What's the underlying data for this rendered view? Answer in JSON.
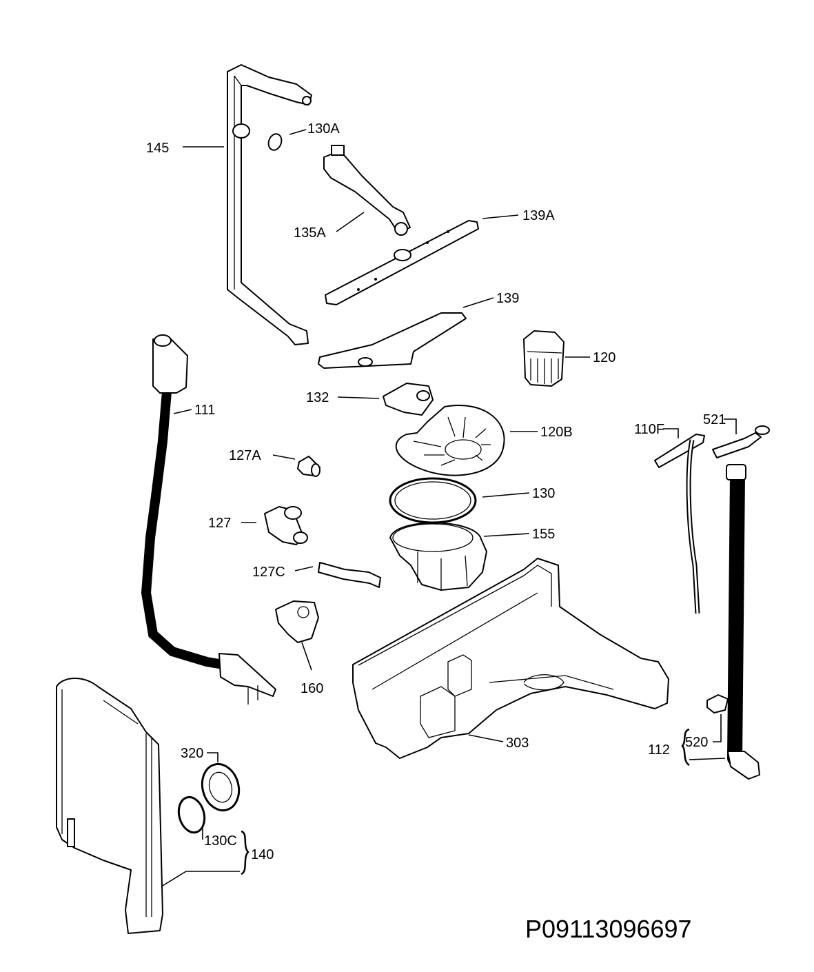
{
  "labels": {
    "l145": "145",
    "l130A": "130A",
    "l135A": "135A",
    "l139A": "139A",
    "l139": "139",
    "l120": "120",
    "l132": "132",
    "l111": "111",
    "l120B": "120B",
    "l127A": "127A",
    "l130": "130",
    "l127": "127",
    "l155": "155",
    "l127C": "127C",
    "l160": "160",
    "l303": "303",
    "l110F": "110F",
    "l521": "521",
    "l520": "520",
    "l112": "112",
    "l320": "320",
    "l130C": "130C",
    "l140": "140"
  },
  "drawing_code": "P09113096697"
}
